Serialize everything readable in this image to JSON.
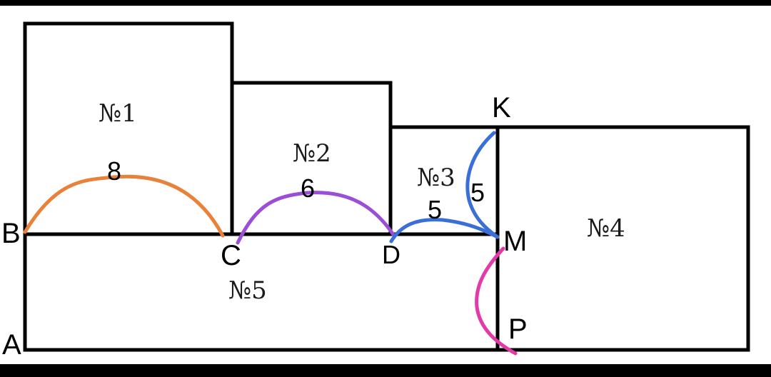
{
  "rooms": [
    {
      "label": "№1"
    },
    {
      "label": "№2"
    },
    {
      "label": "№3"
    },
    {
      "label": "№4"
    },
    {
      "label": "№5"
    }
  ],
  "points": {
    "B": "B",
    "C": "C",
    "D": "D",
    "K": "K",
    "M": "M",
    "P": "P",
    "A": "A"
  },
  "measurements": [
    {
      "value": "8",
      "color": "#e8823a"
    },
    {
      "value": "6",
      "color": "#9b4fd6"
    },
    {
      "value": "5",
      "color": "#3a6fd8"
    },
    {
      "value": "5",
      "color": "#3a6fd8"
    },
    {
      "value": "",
      "color": "#e23aa8"
    }
  ],
  "colors": {
    "frame": "#000000",
    "background": "#ffffff"
  }
}
